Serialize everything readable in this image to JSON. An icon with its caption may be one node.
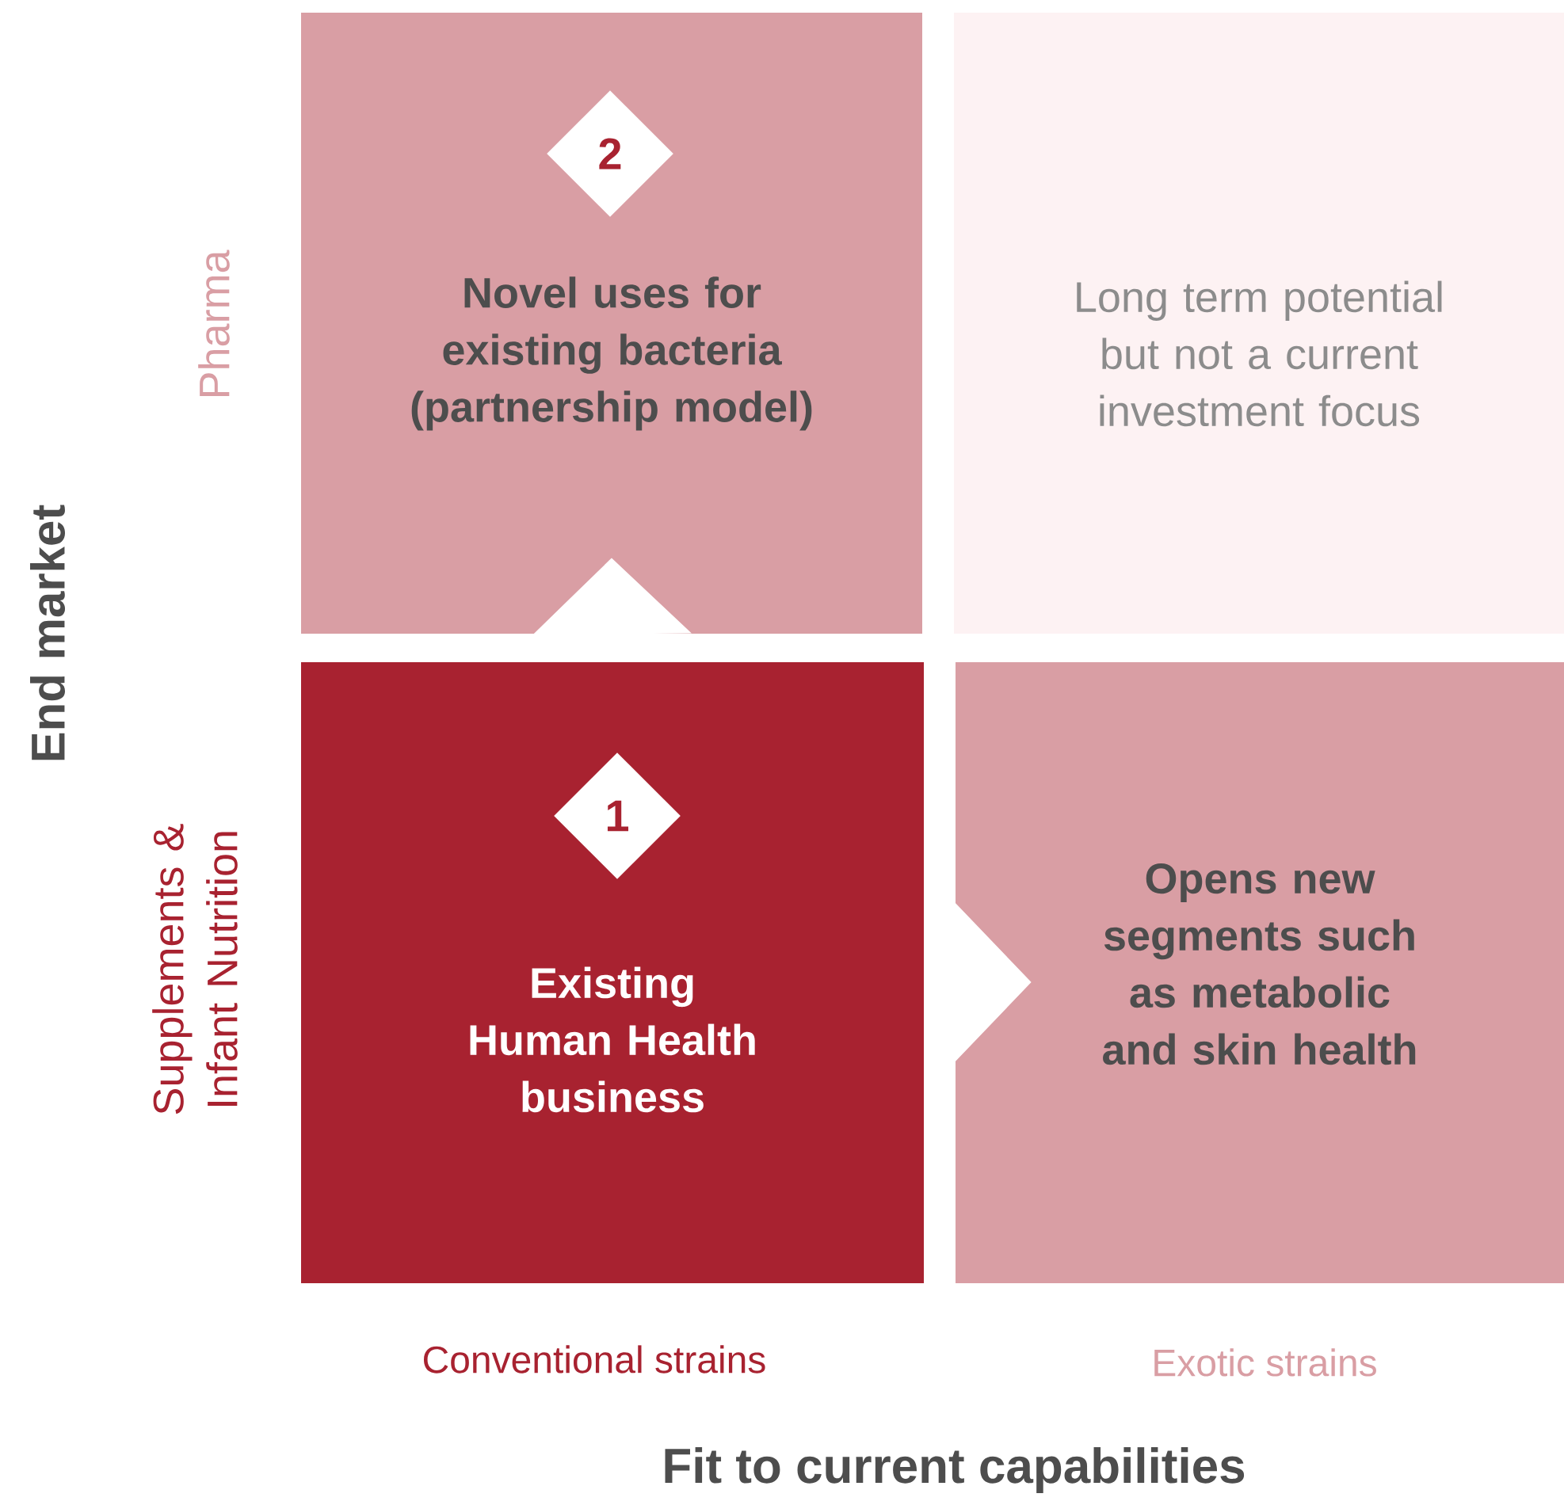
{
  "diagram": {
    "nodes": [
      {
        "text": [
          "Novel uses for existing bacteria (partnership model)"
        ]
      },
      {
        "text": [
          "2"
        ],
        "in": 0
      },
      {
        "text": [
          "Long term potential but not a current investment focus"
        ]
      },
      {
        "text": [
          "Existing Human Health business"
        ]
      },
      {
        "text": [
          "1"
        ],
        "in": 3
      },
      {
        "text": [
          "Opens new segments such as metabolic and skin health"
        ]
      }
    ],
    "edges": [
      {
        "from": 3,
        "to": 0,
        "arrow": "to"
      },
      {
        "from": 3,
        "to": 5,
        "arrow": "to"
      }
    ],
    "labels": [
      "Pharma",
      "End market",
      "Supplements & Infant Nutrition",
      "Conventional strains",
      "Exotic strains",
      "Fit to current capabilities"
    ]
  }
}
